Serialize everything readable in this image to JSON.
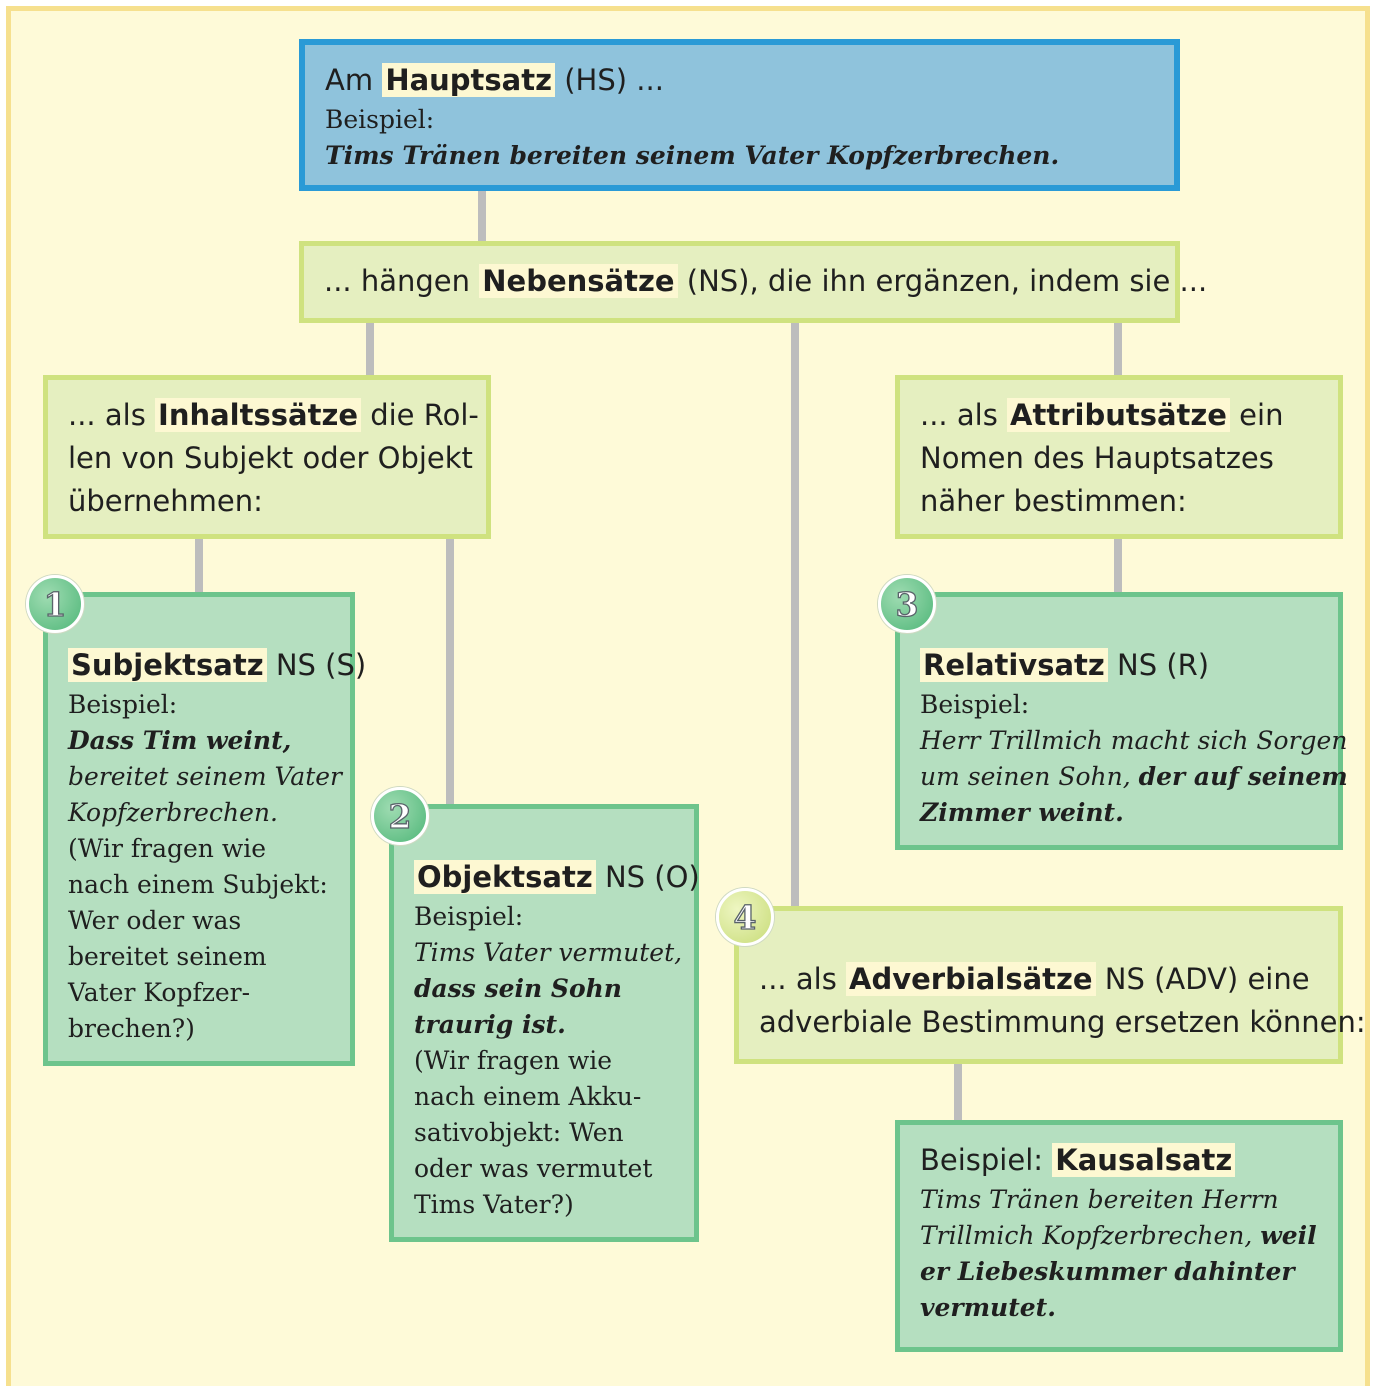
{
  "hauptsatz": {
    "prefix": "Am",
    "term": "Hauptsatz",
    "suffix": "(HS) ...",
    "beispiel_label": "Beispiel:",
    "example": "Tims Tränen bereiten seinem Vater Kopfzerbrechen."
  },
  "nebensaetze": {
    "prefix": "... hängen",
    "term": "Nebensätze",
    "suffix": "(NS), die ihn ergänzen, indem sie ..."
  },
  "inhaltssaetze": {
    "l1_prefix": "... als",
    "l1_term": "Inhaltssätze",
    "l1_suffix": "die Rol-",
    "l2": "len von Subjekt oder Objekt",
    "l3": "übernehmen:"
  },
  "attributsaetze": {
    "l1_prefix": "... als",
    "l1_term": "Attributsätze",
    "l1_suffix": "ein",
    "l2": "Nomen des Hauptsatzes",
    "l3": "näher bestimmen:"
  },
  "subjektsatz": {
    "number": "1",
    "term": "Subjektsatz",
    "suffix": "NS (S)",
    "beispiel_label": "Beispiel:",
    "ex_bold": "Dass Tim weint,",
    "ex_l2": "bereitet seinem Vater",
    "ex_l3": "Kopfzerbrechen.",
    "q": [
      "(Wir fragen wie",
      "nach einem Subjekt:",
      "Wer oder was",
      "bereitet seinem",
      "Vater Kopfzer-",
      "brechen?)"
    ]
  },
  "objektsatz": {
    "number": "2",
    "term": "Objektsatz",
    "suffix": "NS (O)",
    "beispiel_label": "Beispiel:",
    "ex_l1": "Tims Vater vermutet,",
    "ex_b1": "dass sein Sohn",
    "ex_b2": "traurig ist.",
    "q": [
      "(Wir fragen wie",
      "nach einem Akku-",
      "sativobjekt: Wen",
      "oder was vermutet",
      "Tims Vater?)"
    ]
  },
  "relativsatz": {
    "number": "3",
    "term": "Relativsatz",
    "suffix": "NS (R)",
    "beispiel_label": "Beispiel:",
    "ex_l1": "Herr Trillmich macht sich Sorgen",
    "ex_l2_plain": "um seinen Sohn,",
    "ex_l2_bold": "der auf seinem",
    "ex_l3_bold": "Zimmer weint."
  },
  "adverbialsaetze": {
    "number": "4",
    "l1_prefix": "... als",
    "l1_term": "Adverbialsätze",
    "l1_suffix": "NS (ADV) eine",
    "l2": "adverbiale Bestimmung ersetzen können:"
  },
  "kausalsatz": {
    "label": "Beispiel:",
    "term": "Kausalsatz",
    "ex_l1": "Tims Tränen bereiten Herrn",
    "ex_l2_plain": "Trillmich Kopfzerbrechen,",
    "ex_l2_bold": "weil",
    "ex_l3_bold": "er Liebeskummer dahinter",
    "ex_l4_bold": "vermutet."
  }
}
